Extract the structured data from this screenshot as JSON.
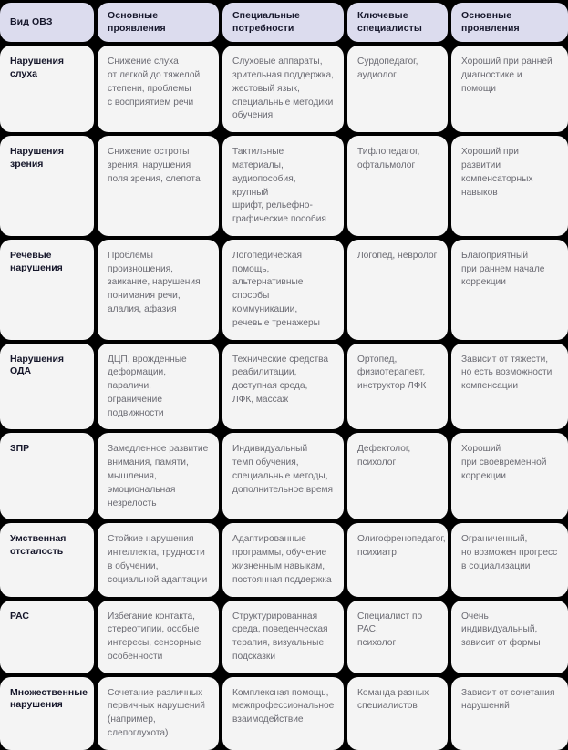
{
  "table": {
    "columns": [
      {
        "key": "type",
        "label": "Вид ОВЗ"
      },
      {
        "key": "signs",
        "label": "Основные\nпроявления"
      },
      {
        "key": "needs",
        "label": "Специальные\nпотребности"
      },
      {
        "key": "specialists",
        "label": "Ключевые\nспециалисты"
      },
      {
        "key": "prognosis",
        "label": "Основные\nпроявления"
      }
    ],
    "rows": [
      {
        "type": "Нарушения\nслуха",
        "signs": "Снижение слуха\nот легкой до тяжелой\nстепени, проблемы\nс восприятием речи",
        "needs": "Слуховые аппараты,\nзрительная поддержка,\nжестовый язык,\nспециальные методики\nобучения",
        "specialists": "Сурдопедагог,\nаудиолог",
        "prognosis": "Хороший при ранней\nдиагностике и помощи"
      },
      {
        "type": "Нарушения\nзрения",
        "signs": "Снижение остроты\nзрения, нарушения\nполя зрения, слепота",
        "needs": "Тактильные материалы,\nаудиопособия, крупный\nшрифт, рельефно-\nграфические пособия",
        "specialists": "Тифлопедагог,\nофтальмолог",
        "prognosis": "Хороший при развитии\nкомпенсаторных\nнавыков"
      },
      {
        "type": "Речевые\nнарушения",
        "signs": "Проблемы\nпроизношения,\nзаикание, нарушения\nпонимания речи,\nалалия, афазия",
        "needs": "Логопедическая\nпомощь,\nальтернативные\nспособы коммуникации,\nречевые тренажеры",
        "specialists": "Логопед, невролог",
        "prognosis": "Благоприятный\nпри раннем начале\nкоррекции"
      },
      {
        "type": "Нарушения\nОДА",
        "signs": "ДЦП, врожденные\nдеформации, параличи,\nограничение\nподвижности",
        "needs": "Технические средства\nреабилитации,\nдоступная среда,\nЛФК, массаж",
        "specialists": "Ортопед,\nфизиотерапевт,\nинструктор ЛФК",
        "prognosis": "Зависит от тяжести,\nно есть возможности\nкомпенсации"
      },
      {
        "type": "ЗПР",
        "signs": "Замедленное развитие\nвнимания, памяти,\nмышления,\nэмоциональная\nнезрелость",
        "needs": "Индивидуальный\nтемп обучения,\nспециальные методы,\nдополнительное время",
        "specialists": "Дефектолог,\nпсихолог",
        "prognosis": "Хороший\nпри своевременной\nкоррекции"
      },
      {
        "type": "Умственная\nотсталость",
        "signs": "Стойкие нарушения\nинтеллекта, трудности\nв обучении,\nсоциальной адаптации",
        "needs": "Адаптированные\nпрограммы, обучение\nжизненным навыкам,\nпостоянная поддержка",
        "specialists": "Олигофренопедагог,\nпсихиатр",
        "prognosis": "Ограниченный,\nно возможен прогресс\nв социализации"
      },
      {
        "type": "РАС",
        "signs": "Избегание контакта,\nстереотипии, особые\nинтересы, сенсорные\nособенности",
        "needs": "Структурированная\nсреда, поведенческая\nтерапия, визуальные\nподсказки",
        "specialists": "Специалист по РАС,\nпсихолог",
        "prognosis": "Очень индивидуальный,\nзависит от формы"
      },
      {
        "type": "Множественные\nнарушения",
        "signs": "Сочетание различных\nпервичных нарушений\n(например,\nслепоглухота)",
        "needs": "Комплексная помощь,\nмежпрофессиональное\nвзаимодействие",
        "specialists": "Команда разных\nспециалистов",
        "prognosis": "Зависит от сочетания\nнарушений"
      }
    ]
  },
  "colors": {
    "page_background": "#000000",
    "header_cell": "#dcdcee",
    "header_text": "#16172b",
    "body_cell": "#f4f4f4",
    "body_text": "#6b6b73",
    "rowlabel_text": "#16172b"
  }
}
